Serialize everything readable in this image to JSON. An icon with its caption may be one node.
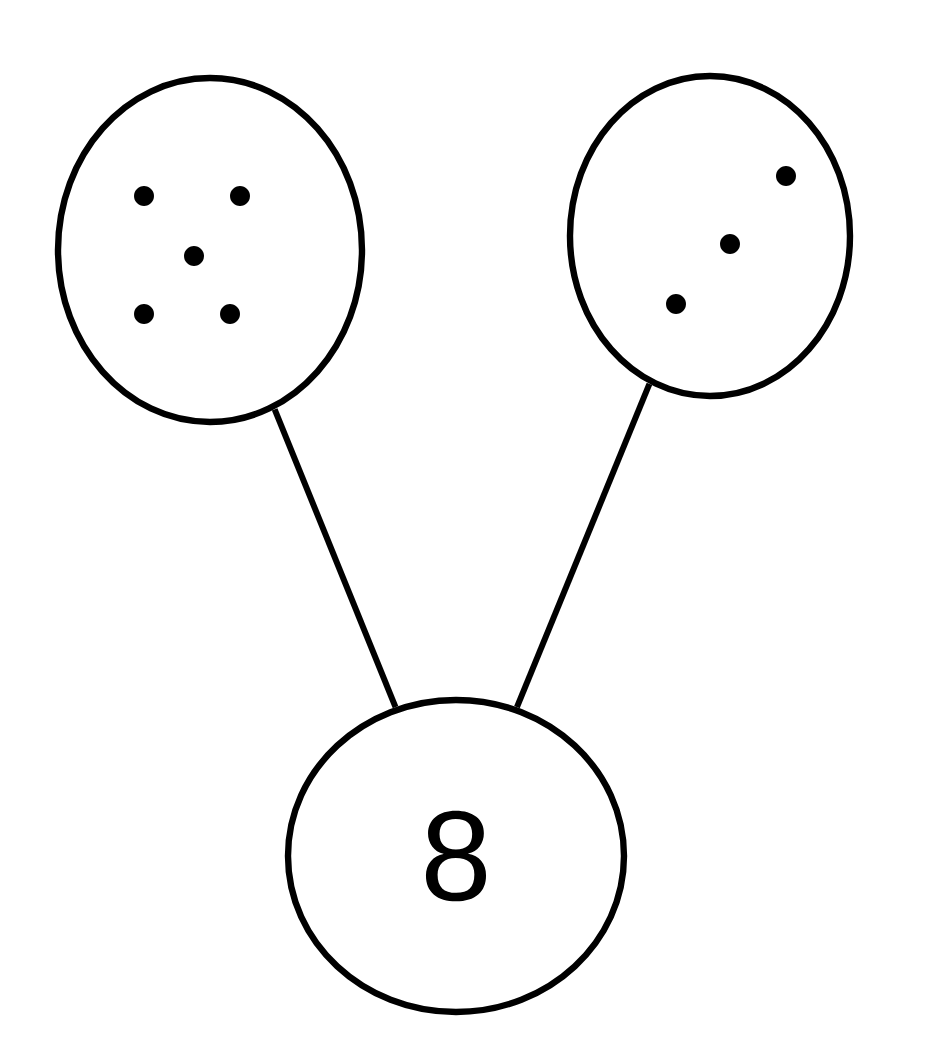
{
  "diagram": {
    "nodes": [
      {
        "text": [],
        "shape": "circle"
      },
      {
        "text": [],
        "shape": "circle"
      },
      {
        "text": [
          "8"
        ]
      }
    ],
    "edges": [
      {
        "from": 0,
        "to": 2,
        "arrow": "none"
      },
      {
        "from": 1,
        "to": 2,
        "arrow": "none"
      }
    ]
  }
}
